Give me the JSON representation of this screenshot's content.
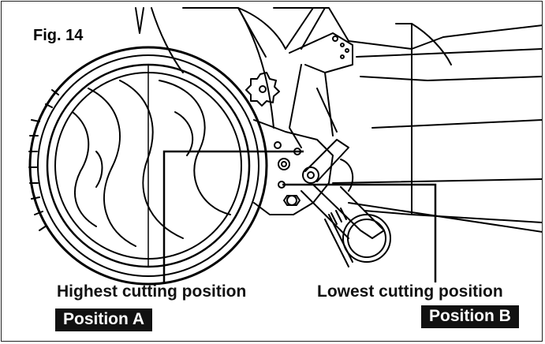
{
  "figure": {
    "label": "Fig. 14",
    "callouts": {
      "highest": {
        "caption": "Highest cutting position",
        "tag": "Position A"
      },
      "lowest": {
        "caption": "Lowest cutting position",
        "tag": "Position B"
      }
    }
  },
  "colors": {
    "line": "#000000",
    "background": "#ffffff",
    "tag_background": "#111111",
    "tag_text": "#ffffff"
  }
}
